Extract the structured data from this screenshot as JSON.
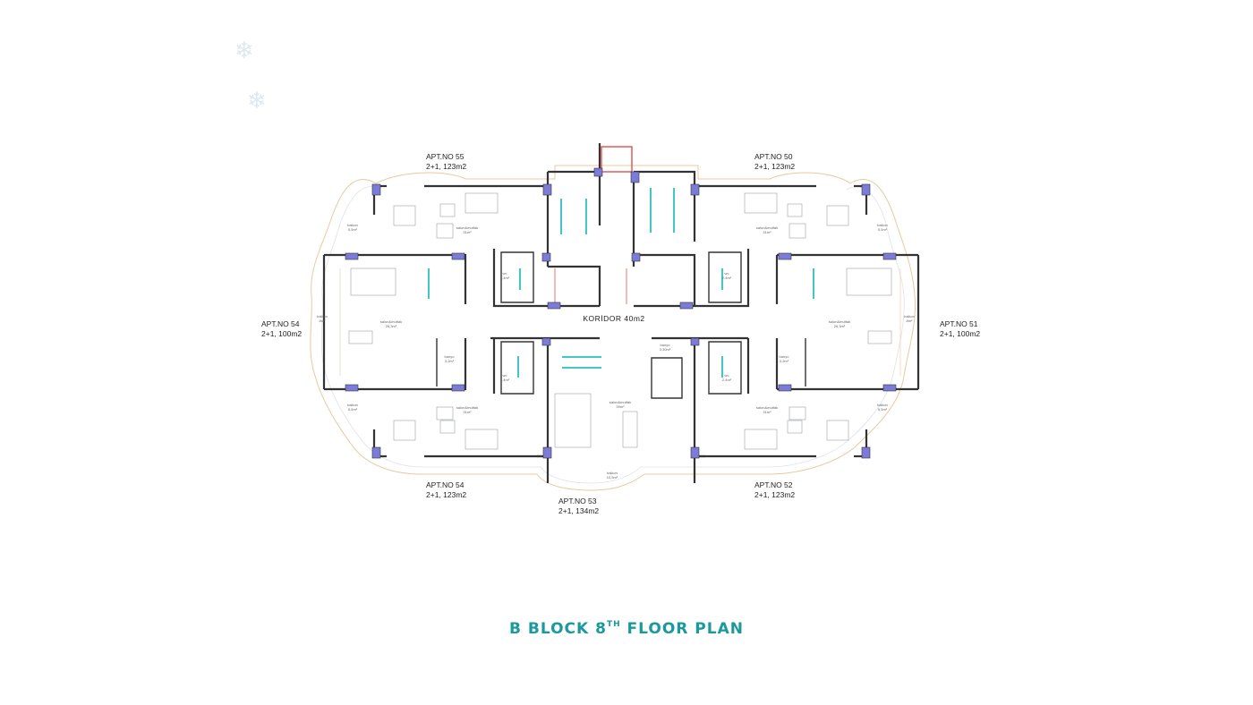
{
  "apartments": [
    {
      "no": "APT.NO 55",
      "spec": "2+1, 123m2"
    },
    {
      "no": "APT.NO 50",
      "spec": "2+1, 123m2"
    },
    {
      "no": "APT.NO 54",
      "spec": "2+1, 100m2"
    },
    {
      "no": "APT.NO 51",
      "spec": "2+1, 100m2"
    },
    {
      "no": "APT.NO 54",
      "spec": "2+1, 123m2"
    },
    {
      "no": "APT.NO 52",
      "spec": "2+1, 123m2"
    },
    {
      "no": "APT.NO 53",
      "spec": "2+1, 134m2"
    }
  ],
  "corridor": "KORİDOR 40m2",
  "rooms": {
    "balkon": "balkon",
    "salon": "salon&mutfak",
    "wc": "wc",
    "banyo": "banyo",
    "area_5_5": "5,5m²",
    "area_31": "31m²",
    "area_26_3": "26,3m²",
    "area_2_4": "2,4m²",
    "area_8": "8m²",
    "area_3_2": "3,2m²",
    "area_39": "39m²",
    "area_10_5": "10,5m²",
    "area_3_30": "3,30m²"
  },
  "title": {
    "main": "B BLOCK 8",
    "sup": "TH",
    "rest": " FLOOR PLAN"
  },
  "colors": {
    "title": "#1a9a9e",
    "wall": "#333333",
    "window": "#6a6ad0",
    "balcony": "#e8c08c",
    "fixture": "#40c8c8",
    "stair_frame": "#e05050"
  },
  "icons": [
    "snowflake-icon"
  ]
}
